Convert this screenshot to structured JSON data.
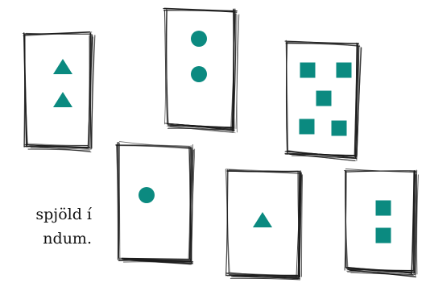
{
  "caption": {
    "line1": "spjöld í",
    "line2": "ndum."
  },
  "colors": {
    "shape": "#0b8a80",
    "ink": "#1a1a1a",
    "background": "#ffffff"
  },
  "cards": [
    {
      "id": "card-1",
      "shape": "triangle",
      "count": 2
    },
    {
      "id": "card-2",
      "shape": "circle",
      "count": 2
    },
    {
      "id": "card-3",
      "shape": "square",
      "count": 5
    },
    {
      "id": "card-4",
      "shape": "circle",
      "count": 1
    },
    {
      "id": "card-5",
      "shape": "triangle",
      "count": 1
    },
    {
      "id": "card-6",
      "shape": "square",
      "count": 2
    }
  ]
}
